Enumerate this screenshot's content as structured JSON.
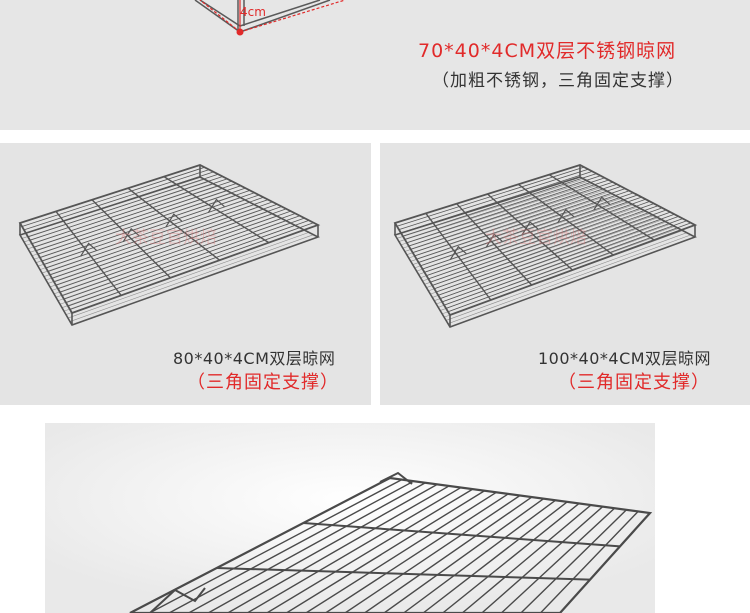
{
  "top": {
    "dimension_label": "4cm",
    "title": "70*40*4CM双层不锈钢晾网",
    "subtitle": "（加粗不锈钢，三角固定支撑）"
  },
  "middle_left": {
    "title": "80*40*4CM双层晾网",
    "subtitle": "（三角固定支撑）",
    "watermark": "大茶豆官烘焙"
  },
  "middle_right": {
    "title": "100*40*4CM双层晾网",
    "subtitle": "（三角固定支撑）",
    "watermark": "大茶豆官烘焙"
  },
  "colors": {
    "accent_red": "#e12a2a",
    "panel_gray": "#e4e4e4",
    "wire": "#555555"
  }
}
